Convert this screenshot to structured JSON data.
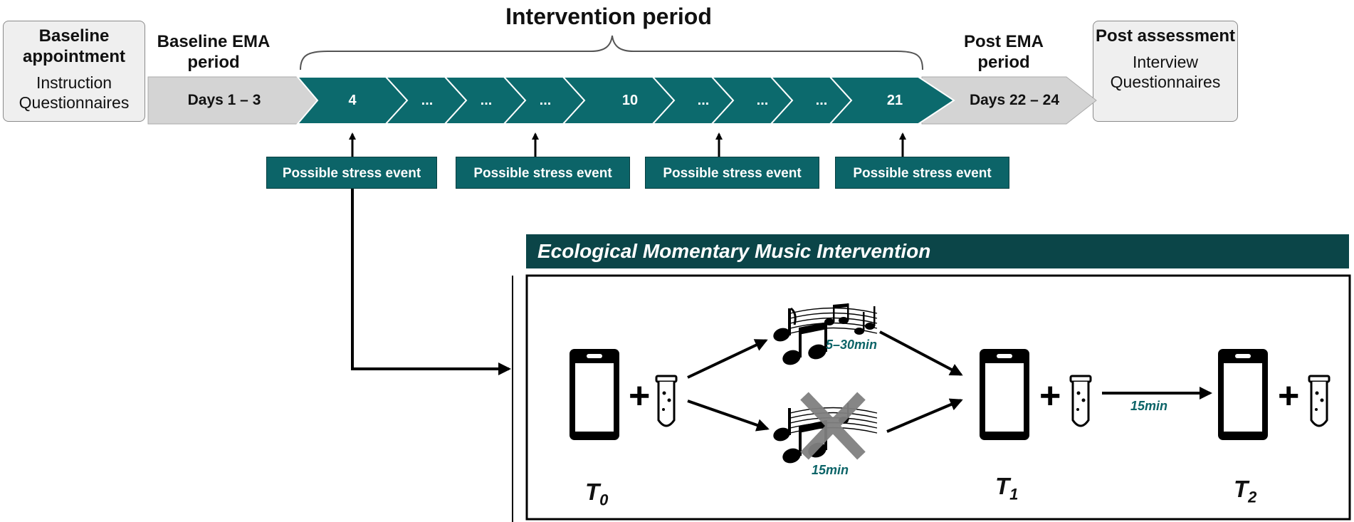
{
  "header": {
    "intervention_title": "Intervention period"
  },
  "baseline_box": {
    "heading": "Baseline appointment",
    "sub": "Instruction Questionnaires"
  },
  "post_box": {
    "heading": "Post assessment",
    "sub": "Interview Questionnaires"
  },
  "baseline_ema": {
    "label": "Baseline EMA period",
    "days": "Days 1 – 3"
  },
  "post_ema": {
    "label": "Post EMA period",
    "days": "Days 22 – 24"
  },
  "timeline": {
    "days": [
      "4",
      "...",
      "...",
      "...",
      "10",
      "...",
      "...",
      "...",
      "21"
    ]
  },
  "stress_events": [
    "Possible stress  event",
    "Possible stress  event",
    "Possible stress  event",
    "Possible stress  event"
  ],
  "emmi": {
    "title": "Ecological Momentary Music Intervention",
    "music_duration": "5–30min",
    "silence_duration": "15min",
    "gap_duration": "15min",
    "t0": "T",
    "t0_sub": "0",
    "t1": "T",
    "t1_sub": "1",
    "t2": "T",
    "t2_sub": "2",
    "plus": "+"
  },
  "colors": {
    "teal": "#0c6468",
    "dark_teal": "#0b4548",
    "gray_arrow": "#d9d9d9",
    "cross": "#808080"
  }
}
